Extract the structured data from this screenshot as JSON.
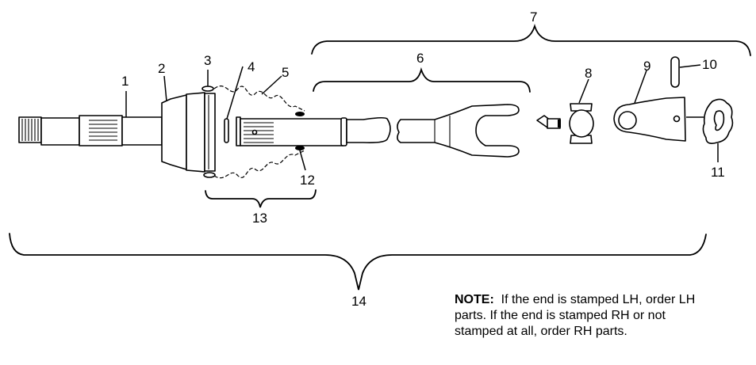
{
  "diagram": {
    "title": "Drive Shaft Assembly Exploded View",
    "callouts": {
      "c1": "1",
      "c2": "2",
      "c3": "3",
      "c4": "4",
      "c5": "5",
      "c6": "6",
      "c7": "7",
      "c8": "8",
      "c9": "9",
      "c10": "10",
      "c11": "11",
      "c12": "12",
      "c13": "13",
      "c14": "14"
    }
  },
  "note": {
    "label": "NOTE:",
    "text": "If the end is stamped LH, order LH parts.  If the end is stamped RH or not stamped at all, order RH parts."
  },
  "colors": {
    "ink": "#000000",
    "paper": "#ffffff"
  }
}
